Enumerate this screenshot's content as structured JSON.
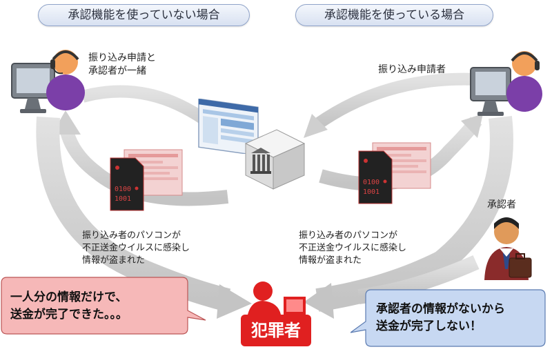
{
  "header": {
    "left_title": "承認機能を使っていない場合",
    "right_title": "承認機能を使っている場合"
  },
  "left": {
    "person_label": "振り込み申請と\n承認者が一緒",
    "caption": "振り込み者のパソコンが\n不正送金ウイルスに感染し\n情報が盗まれた",
    "bubble": "一人分の情報だけで、\n送金が完了できた。。。"
  },
  "right": {
    "applicant_label": "振り込み申請者",
    "approver_label": "承認者",
    "caption": "振り込み者のパソコンが\n不正送金ウイルスに感染し\n情報が盗まれた",
    "bubble": "承認者の情報がないから\n送金が完了しない！"
  },
  "center": {
    "criminal_label": "犯罪者"
  },
  "colors": {
    "left_bubble": "#f6b8b8",
    "right_bubble": "#c7d8f2",
    "criminal": "#e02020",
    "arrow": "#cfcfcf"
  }
}
